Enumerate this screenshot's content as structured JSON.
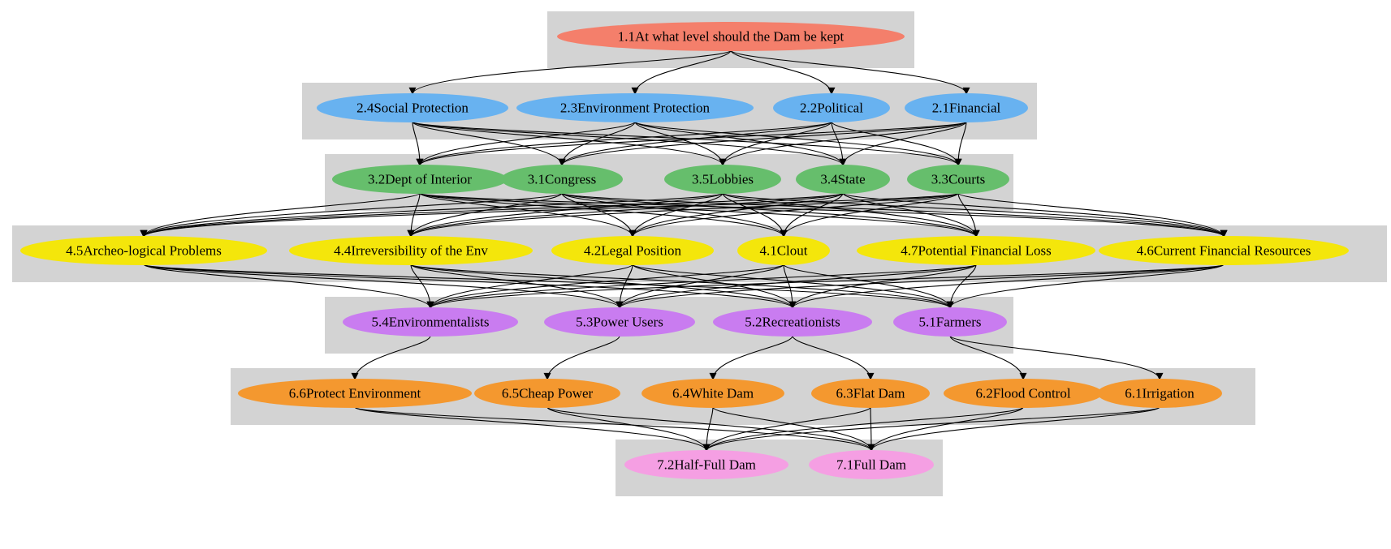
{
  "levels": [
    {
      "id": "L1",
      "color": "#f47f6b",
      "nodes": [
        {
          "id": "1.1",
          "label": "1.1At what level should the Dam be kept"
        }
      ]
    },
    {
      "id": "L2",
      "color": "#68b2f0",
      "nodes": [
        {
          "id": "2.4",
          "label": "2.4Social Protection"
        },
        {
          "id": "2.3",
          "label": "2.3Environment Protection"
        },
        {
          "id": "2.2",
          "label": "2.2Political"
        },
        {
          "id": "2.1",
          "label": "2.1Financial"
        }
      ]
    },
    {
      "id": "L3",
      "color": "#66be6c",
      "nodes": [
        {
          "id": "3.2",
          "label": "3.2Dept of Interior"
        },
        {
          "id": "3.1",
          "label": "3.1Congress"
        },
        {
          "id": "3.5",
          "label": "3.5Lobbies"
        },
        {
          "id": "3.4",
          "label": "3.4State"
        },
        {
          "id": "3.3",
          "label": "3.3Courts"
        }
      ]
    },
    {
      "id": "L4",
      "color": "#f4e60b",
      "nodes": [
        {
          "id": "4.5",
          "label": "4.5Archeo-logical Problems"
        },
        {
          "id": "4.4",
          "label": "4.4Irreversibility of the Env"
        },
        {
          "id": "4.2",
          "label": "4.2Legal Position"
        },
        {
          "id": "4.1",
          "label": "4.1Clout"
        },
        {
          "id": "4.7",
          "label": "4.7Potential Financial Loss"
        },
        {
          "id": "4.6",
          "label": "4.6Current Financial Resources"
        }
      ]
    },
    {
      "id": "L5",
      "color": "#c97cf0",
      "nodes": [
        {
          "id": "5.4",
          "label": "5.4Environmentalists"
        },
        {
          "id": "5.3",
          "label": "5.3Power Users"
        },
        {
          "id": "5.2",
          "label": "5.2Recreationists"
        },
        {
          "id": "5.1",
          "label": "5.1Farmers"
        }
      ]
    },
    {
      "id": "L6",
      "color": "#f4982f",
      "nodes": [
        {
          "id": "6.6",
          "label": "6.6Protect Environment"
        },
        {
          "id": "6.5",
          "label": "6.5Cheap Power"
        },
        {
          "id": "6.4",
          "label": "6.4White Dam"
        },
        {
          "id": "6.3",
          "label": "6.3Flat Dam"
        },
        {
          "id": "6.2",
          "label": "6.2Flood Control"
        },
        {
          "id": "6.1",
          "label": "6.1Irrigation"
        }
      ]
    },
    {
      "id": "L7",
      "color": "#f59fe3",
      "nodes": [
        {
          "id": "7.2",
          "label": "7.2Half-Full Dam"
        },
        {
          "id": "7.1",
          "label": "7.1Full Dam"
        }
      ]
    }
  ],
  "edges": [
    [
      "1.1",
      "2.4"
    ],
    [
      "1.1",
      "2.3"
    ],
    [
      "1.1",
      "2.2"
    ],
    [
      "1.1",
      "2.1"
    ],
    [
      "2.4",
      "3.2"
    ],
    [
      "2.4",
      "3.1"
    ],
    [
      "2.4",
      "3.5"
    ],
    [
      "2.4",
      "3.4"
    ],
    [
      "2.4",
      "3.3"
    ],
    [
      "2.3",
      "3.2"
    ],
    [
      "2.3",
      "3.1"
    ],
    [
      "2.3",
      "3.5"
    ],
    [
      "2.3",
      "3.4"
    ],
    [
      "2.3",
      "3.3"
    ],
    [
      "2.2",
      "3.2"
    ],
    [
      "2.2",
      "3.1"
    ],
    [
      "2.2",
      "3.5"
    ],
    [
      "2.2",
      "3.4"
    ],
    [
      "2.2",
      "3.3"
    ],
    [
      "2.1",
      "3.2"
    ],
    [
      "2.1",
      "3.1"
    ],
    [
      "2.1",
      "3.5"
    ],
    [
      "2.1",
      "3.4"
    ],
    [
      "2.1",
      "3.3"
    ],
    [
      "3.2",
      "4.5"
    ],
    [
      "3.2",
      "4.4"
    ],
    [
      "3.2",
      "4.2"
    ],
    [
      "3.2",
      "4.1"
    ],
    [
      "3.2",
      "4.7"
    ],
    [
      "3.2",
      "4.6"
    ],
    [
      "3.1",
      "4.5"
    ],
    [
      "3.1",
      "4.4"
    ],
    [
      "3.1",
      "4.2"
    ],
    [
      "3.1",
      "4.1"
    ],
    [
      "3.1",
      "4.7"
    ],
    [
      "3.1",
      "4.6"
    ],
    [
      "3.5",
      "4.5"
    ],
    [
      "3.5",
      "4.4"
    ],
    [
      "3.5",
      "4.2"
    ],
    [
      "3.5",
      "4.1"
    ],
    [
      "3.5",
      "4.7"
    ],
    [
      "3.5",
      "4.6"
    ],
    [
      "3.4",
      "4.5"
    ],
    [
      "3.4",
      "4.4"
    ],
    [
      "3.4",
      "4.2"
    ],
    [
      "3.4",
      "4.1"
    ],
    [
      "3.4",
      "4.7"
    ],
    [
      "3.4",
      "4.6"
    ],
    [
      "3.3",
      "4.5"
    ],
    [
      "3.3",
      "4.4"
    ],
    [
      "3.3",
      "4.2"
    ],
    [
      "3.3",
      "4.1"
    ],
    [
      "3.3",
      "4.7"
    ],
    [
      "3.3",
      "4.6"
    ],
    [
      "4.5",
      "5.4"
    ],
    [
      "4.5",
      "5.3"
    ],
    [
      "4.5",
      "5.2"
    ],
    [
      "4.5",
      "5.1"
    ],
    [
      "4.4",
      "5.4"
    ],
    [
      "4.4",
      "5.3"
    ],
    [
      "4.4",
      "5.2"
    ],
    [
      "4.4",
      "5.1"
    ],
    [
      "4.2",
      "5.4"
    ],
    [
      "4.2",
      "5.3"
    ],
    [
      "4.2",
      "5.2"
    ],
    [
      "4.2",
      "5.1"
    ],
    [
      "4.1",
      "5.4"
    ],
    [
      "4.1",
      "5.3"
    ],
    [
      "4.1",
      "5.2"
    ],
    [
      "4.1",
      "5.1"
    ],
    [
      "4.7",
      "5.4"
    ],
    [
      "4.7",
      "5.3"
    ],
    [
      "4.7",
      "5.2"
    ],
    [
      "4.7",
      "5.1"
    ],
    [
      "4.6",
      "5.4"
    ],
    [
      "4.6",
      "5.3"
    ],
    [
      "4.6",
      "5.2"
    ],
    [
      "4.6",
      "5.1"
    ],
    [
      "5.4",
      "6.6"
    ],
    [
      "5.3",
      "6.5"
    ],
    [
      "5.2",
      "6.4"
    ],
    [
      "5.2",
      "6.3"
    ],
    [
      "5.1",
      "6.2"
    ],
    [
      "5.1",
      "6.1"
    ],
    [
      "6.6",
      "7.2"
    ],
    [
      "6.6",
      "7.1"
    ],
    [
      "6.5",
      "7.2"
    ],
    [
      "6.5",
      "7.1"
    ],
    [
      "6.4",
      "7.2"
    ],
    [
      "6.4",
      "7.1"
    ],
    [
      "6.3",
      "7.2"
    ],
    [
      "6.3",
      "7.1"
    ],
    [
      "6.2",
      "7.2"
    ],
    [
      "6.2",
      "7.1"
    ],
    [
      "6.1",
      "7.2"
    ],
    [
      "6.1",
      "7.1"
    ]
  ]
}
